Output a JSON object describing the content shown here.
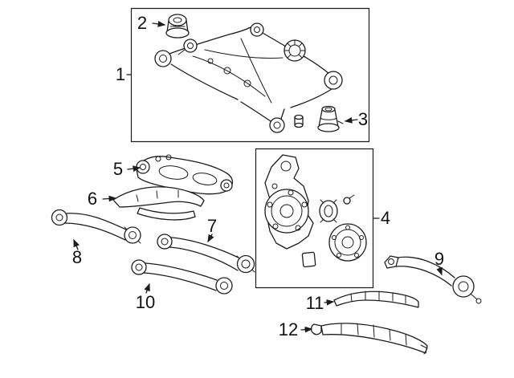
{
  "diagram": {
    "background_color": "#ffffff",
    "line_color": "#1c1c1c",
    "callouts": [
      {
        "label": "1"
      },
      {
        "label": "2"
      },
      {
        "label": "3"
      },
      {
        "label": "4"
      },
      {
        "label": "5"
      },
      {
        "label": "6"
      },
      {
        "label": "7"
      },
      {
        "label": "8"
      },
      {
        "label": "9"
      },
      {
        "label": "10"
      },
      {
        "label": "11"
      },
      {
        "label": "12"
      }
    ]
  }
}
